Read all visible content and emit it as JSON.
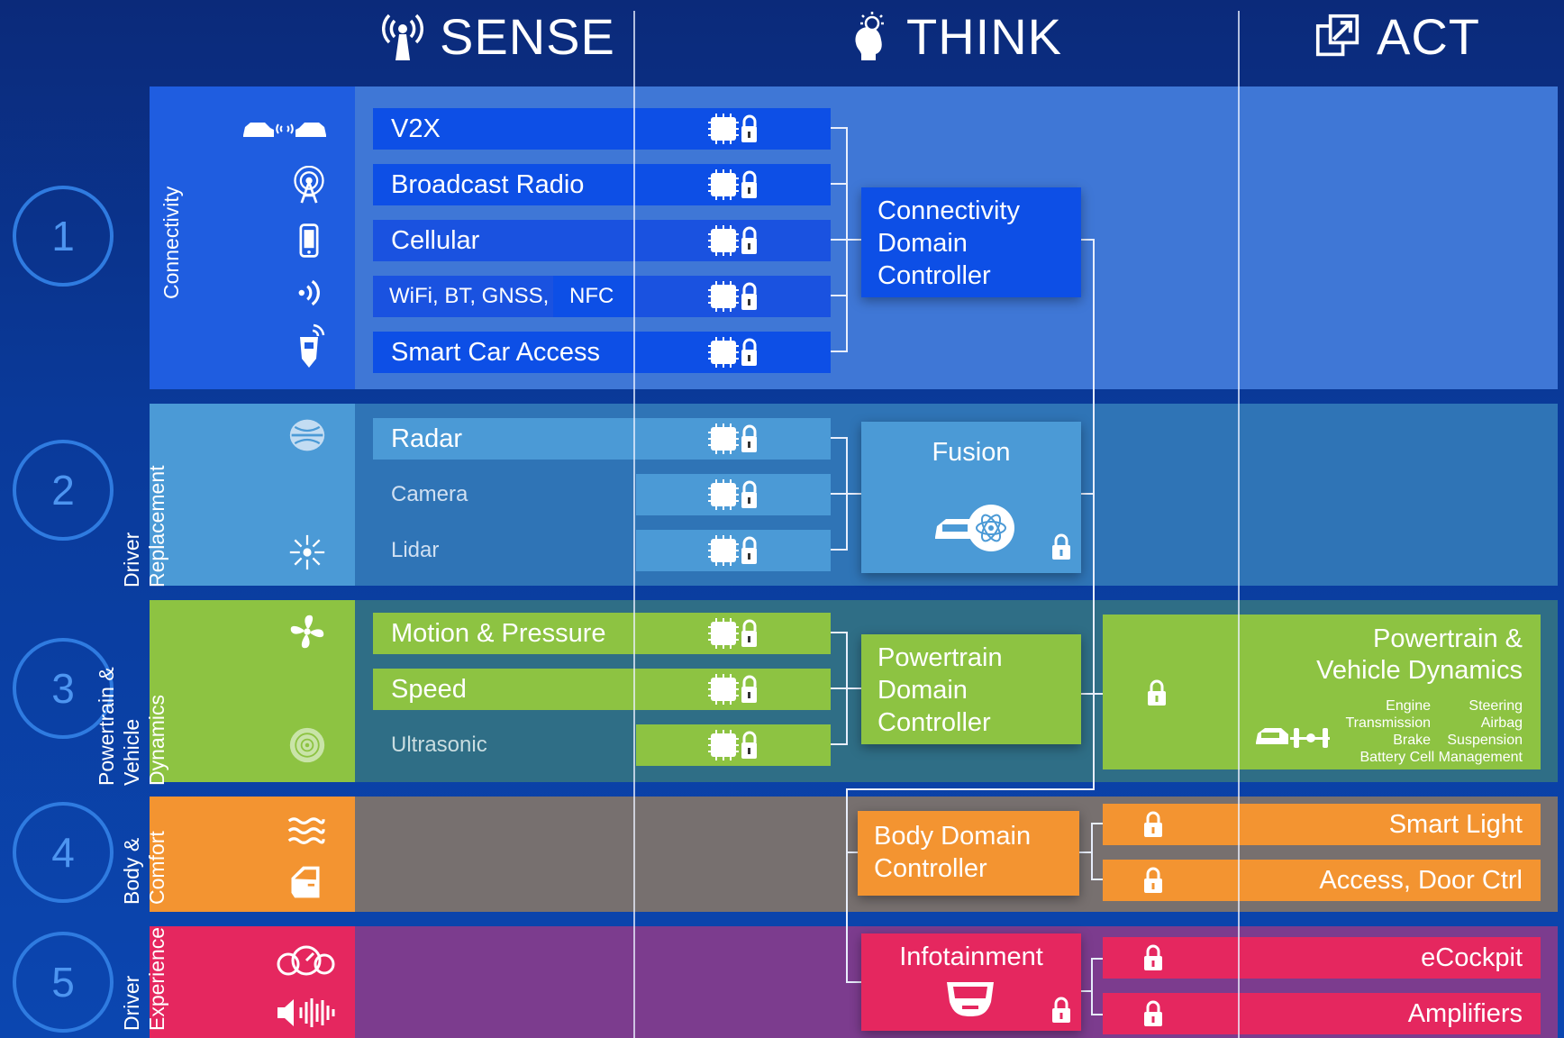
{
  "header": {
    "sense": "SENSE",
    "think": "THINK",
    "act": "ACT"
  },
  "rows": [
    {
      "number": "1",
      "label": "Connectivity"
    },
    {
      "number": "2",
      "label_lines": [
        "Driver",
        "Replacement"
      ]
    },
    {
      "number": "3",
      "label_lines": [
        "Powertrain &",
        "Vehicle",
        "Dynamics"
      ]
    },
    {
      "number": "4",
      "label_lines": [
        "Body &",
        "Comfort"
      ]
    },
    {
      "number": "5",
      "label_lines": [
        "Driver",
        "Experience"
      ]
    }
  ],
  "sensors": {
    "connectivity": [
      "V2X",
      "Broadcast Radio",
      "Cellular",
      "WiFi, BT, GNSS,",
      "Smart Car Access"
    ],
    "nfc": "NFC",
    "driver_replacement": [
      "Radar",
      "Camera",
      "Lidar"
    ],
    "powertrain": [
      "Motion & Pressure",
      "Speed",
      "Ultrasonic"
    ]
  },
  "controllers": {
    "connectivity": [
      "Connectivity",
      "Domain",
      "Controller"
    ],
    "fusion": "Fusion",
    "powertrain": [
      "Powertrain",
      "Domain",
      "Controller"
    ],
    "body": [
      "Body Domain",
      "Controller"
    ],
    "infotainment": "Infotainment"
  },
  "actuators": {
    "powertrain_title": [
      "Powertrain &",
      "Vehicle Dynamics"
    ],
    "powertrain_details_left": [
      "Engine",
      "Transmission",
      "Brake"
    ],
    "powertrain_details_right": [
      "Steering",
      "Airbag",
      "Suspension"
    ],
    "powertrain_details_bottom": "Battery Cell Management",
    "body": [
      "Smart Light",
      "Access, Door Ctrl"
    ],
    "experience": [
      "eCockpit",
      "Amplifiers"
    ]
  },
  "icons": [
    "antenna-icon",
    "brain-bulb-icon",
    "export-icon",
    "v2x-cars-icon",
    "broadcast-tower-icon",
    "phone-icon",
    "wireless-icon",
    "key-fob-icon",
    "radar-icon",
    "lidar-icon",
    "fan-icon",
    "ultrasonic-icon",
    "heat-waves-icon",
    "car-door-icon",
    "gauges-icon",
    "speaker-icon",
    "chip-icon",
    "lock-icon",
    "car-atom-icon",
    "car-axle-icon",
    "display-icon"
  ],
  "colors": {
    "connectivity": "#1f5de0",
    "connectivity_band": "#3f77d6",
    "driver_replacement": "#4b9ad6",
    "driver_replacement_band": "#2f74b6",
    "powertrain": "#8dc342",
    "powertrain_band": "#2f6e86",
    "body": "#f39431",
    "body_band": "#77706f",
    "experience": "#e5275f",
    "experience_band": "#7c3c8e"
  }
}
